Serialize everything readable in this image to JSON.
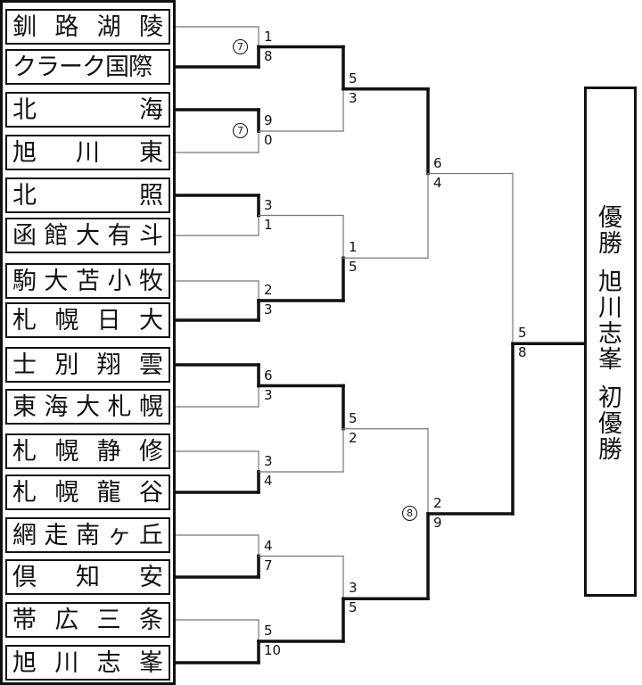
{
  "teams": [
    "釧路湖陵",
    "クラーク国際",
    "北海",
    "旭川東",
    "北照",
    "函館大有斗",
    "駒大苫小牧",
    "札幌日大",
    "士別翔雲",
    "東海大札幌",
    "札幌静修",
    "札幌龍谷",
    "網走南ヶ丘",
    "倶知安",
    "帯広三条",
    "旭川志峯"
  ],
  "round1": [
    {
      "top_score": "1",
      "bottom_score": "8",
      "winner": "bottom",
      "innings": "7"
    },
    {
      "top_score": "9",
      "bottom_score": "0",
      "winner": "top",
      "innings": "7"
    },
    {
      "top_score": "3",
      "bottom_score": "1",
      "winner": "top"
    },
    {
      "top_score": "2",
      "bottom_score": "3",
      "winner": "bottom"
    },
    {
      "top_score": "6",
      "bottom_score": "3",
      "winner": "top"
    },
    {
      "top_score": "3",
      "bottom_score": "4",
      "winner": "bottom"
    },
    {
      "top_score": "4",
      "bottom_score": "7",
      "winner": "bottom"
    },
    {
      "top_score": "5",
      "bottom_score": "10",
      "winner": "bottom"
    }
  ],
  "round2": [
    {
      "top_score": "5",
      "bottom_score": "3",
      "winner": "top"
    },
    {
      "top_score": "1",
      "bottom_score": "5",
      "winner": "bottom"
    },
    {
      "top_score": "5",
      "bottom_score": "2",
      "winner": "top"
    },
    {
      "top_score": "3",
      "bottom_score": "5",
      "winner": "bottom"
    }
  ],
  "semifinals": [
    {
      "top_score": "6",
      "bottom_score": "4",
      "winner": "top"
    },
    {
      "top_score": "2",
      "bottom_score": "9",
      "winner": "bottom",
      "innings": "8"
    }
  ],
  "final": {
    "top_score": "5",
    "bottom_score": "8",
    "winner": "bottom"
  },
  "champion": {
    "line1": [
      "優",
      "勝"
    ],
    "line2": [
      "旭",
      "川",
      "志",
      "峯"
    ],
    "line3": [
      "初",
      "優",
      "勝"
    ]
  },
  "colors": {
    "line": "#111111",
    "thin_line": "#777777",
    "background": "#ffffff"
  }
}
